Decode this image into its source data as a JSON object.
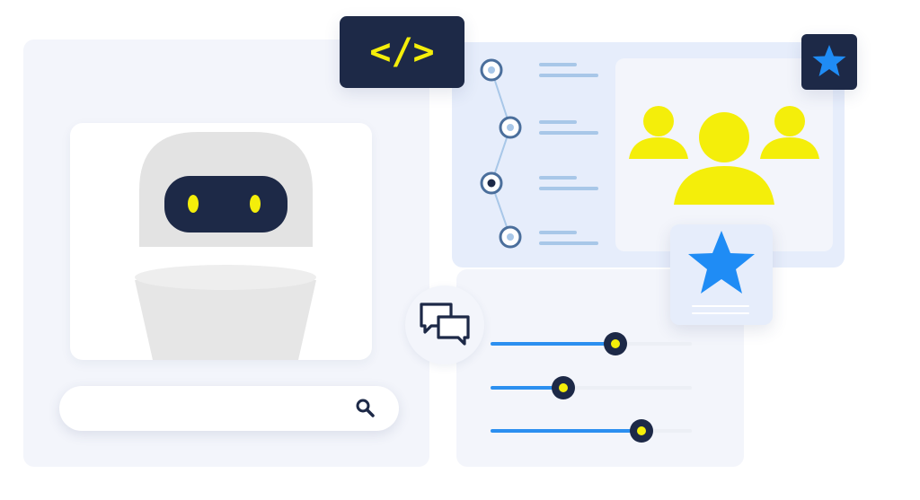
{
  "colors": {
    "navy": "#1d2947",
    "yellow": "#f4ee0a",
    "blue": "#2b8ff0",
    "panel_bg": "#f3f5fb",
    "timeline_bg": "#e6edfb",
    "robot_gray": "#e5e5e5"
  },
  "code_badge": {
    "label": "</>"
  },
  "search": {
    "icon": "search-icon"
  },
  "timeline": {
    "steps": [
      {
        "state": "inactive"
      },
      {
        "state": "inactive"
      },
      {
        "state": "active"
      },
      {
        "state": "inactive"
      }
    ]
  },
  "icons": {
    "chat": "chat-bubbles-icon",
    "users": "users-group-icon",
    "star": "star-icon"
  },
  "sliders": [
    {
      "value": 0.62
    },
    {
      "value": 0.36
    },
    {
      "value": 0.75
    }
  ]
}
